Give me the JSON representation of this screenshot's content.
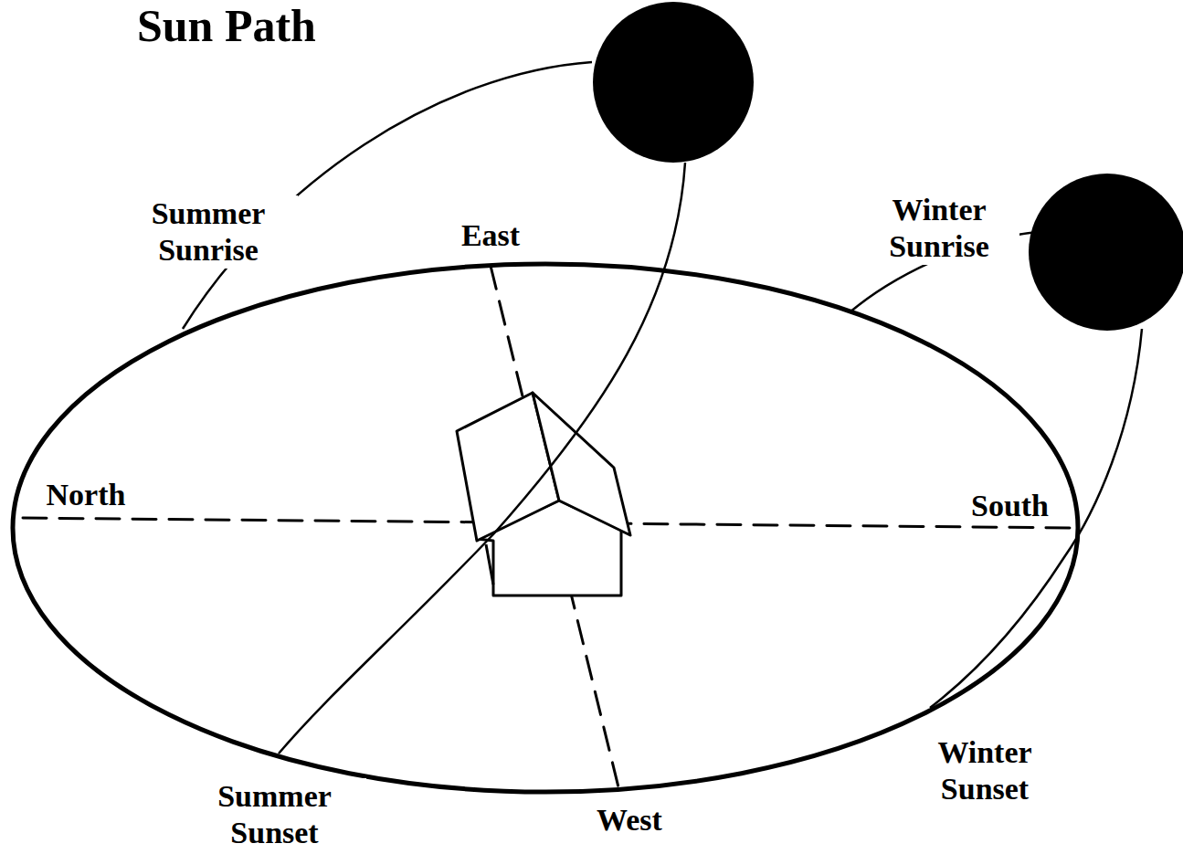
{
  "diagram": {
    "title": "Sun Path",
    "labels": [
      "Summer Sunrise",
      "East",
      "Winter Sunrise",
      "North",
      "South",
      "Summer Sunset",
      "West",
      "Winter Sunset"
    ]
  }
}
